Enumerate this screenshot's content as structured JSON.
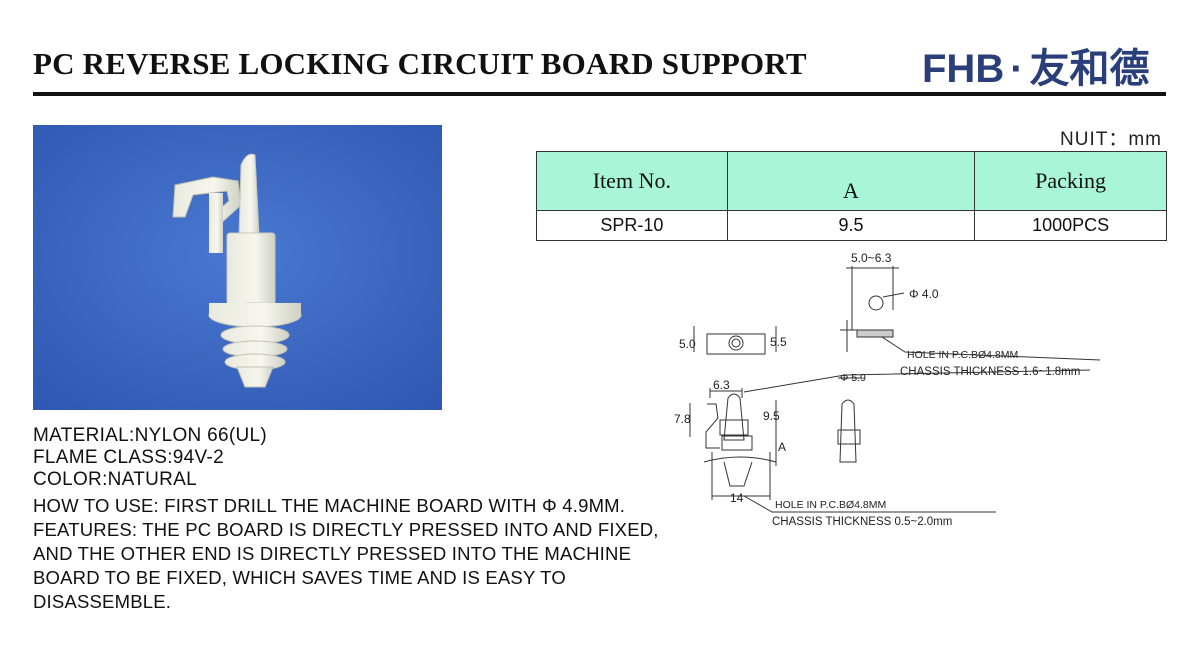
{
  "header": {
    "title": "PC REVERSE LOCKING CIRCUIT BOARD SUPPORT",
    "logo_latin": "FHB",
    "logo_dot": "·",
    "logo_cjk": "友和德",
    "brand_color": "#2a3f7a"
  },
  "unit_label": "NUIT：mm",
  "table": {
    "header_color": "#a8f5d8",
    "headers": [
      "Item No.",
      "A",
      "Packing"
    ],
    "row": [
      "SPR-10",
      "9.5",
      "1000PCS"
    ]
  },
  "specs": {
    "material": "MATERIAL:NYLON 66(UL)",
    "flame": "FLAME CLASS:94V-2",
    "color": "COLOR:NATURAL"
  },
  "usage": {
    "how_to_use": "HOW TO USE: FIRST DRILL THE MACHINE BOARD WITH Φ 4.9MM.",
    "features": "FEATURES: THE PC BOARD IS DIRECTLY PRESSED INTO AND FIXED, AND THE OTHER END IS DIRECTLY PRESSED INTO THE MACHINE BOARD TO BE FIXED, WHICH SAVES TIME AND IS EASY TO DISASSEMBLE."
  },
  "drawing": {
    "dim_top_width": "5.0~6.3",
    "dim_hole_dia": "Φ 4.0",
    "dim_left_w": "5.0",
    "dim_right_w": "5.5",
    "note_pcb_hole_top": "HOLE IN P.C.BØ4.8MM",
    "note_chassis_top": "CHASSIS THICKNESS 1.6~1.8mm",
    "dim_head": "6.3",
    "dim_side_dia": "Φ 5.9",
    "dim_height_left": "7.8",
    "dim_height_mid": "9.5",
    "dim_a": "A",
    "dim_base": "14",
    "note_pcb_hole_bottom": "HOLE IN P.C.BØ4.8MM",
    "note_chassis_bottom": "CHASSIS THICKNESS 0.5~2.0mm"
  }
}
